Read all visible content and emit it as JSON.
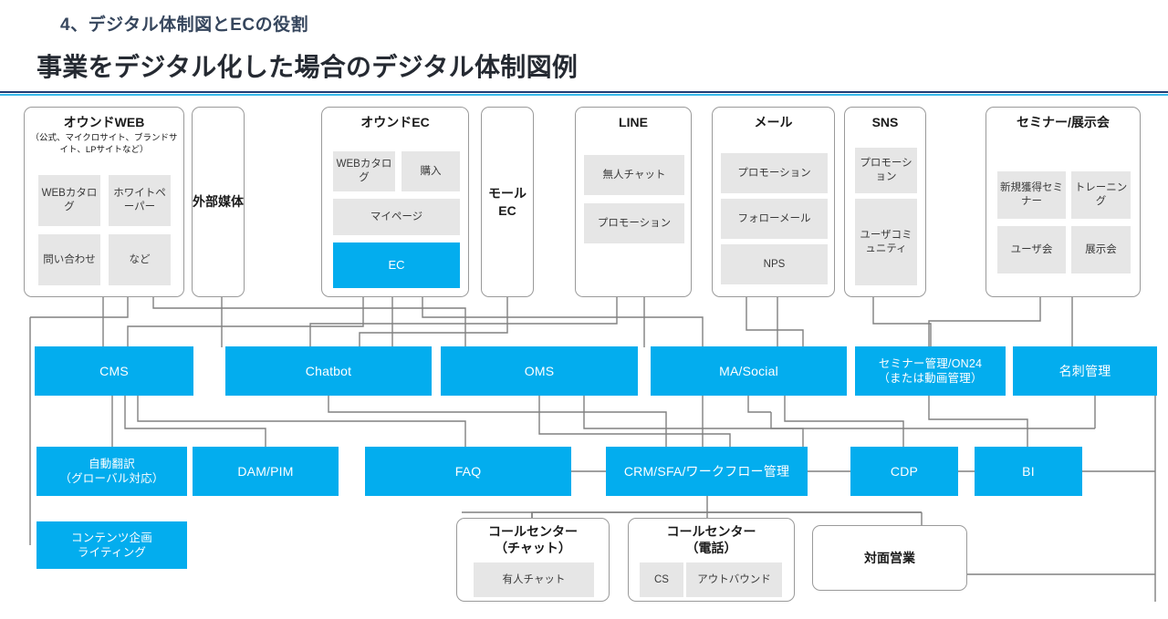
{
  "header": {
    "kicker": "4、デジタル体制図とECの役割",
    "headline": "事業をデジタル化した場合のデジタル体制図例",
    "rule_dark_color": "#1f3b73",
    "rule_light_color": "#38b8ea"
  },
  "palette": {
    "accent_blue": "#03adee",
    "chip_gray": "#e6e6e6",
    "card_border": "#9a9a9a",
    "wire": "#808080"
  },
  "channels": [
    {
      "id": "owned-web",
      "title": "オウンドWEB",
      "subtitle": "（公式、マイクロサイト、ブランドサイト、LPサイトなど）",
      "chips": [
        {
          "label": "WEBカタログ",
          "style": "gray"
        },
        {
          "label": "ホワイトペーパー",
          "style": "gray"
        },
        {
          "label": "問い合わせ",
          "style": "gray"
        },
        {
          "label": "など",
          "style": "gray"
        }
      ]
    },
    {
      "id": "external-media",
      "title": "外部媒体",
      "subtitle": "",
      "chips": []
    },
    {
      "id": "owned-ec",
      "title": "オウンドEC",
      "subtitle": "",
      "chips": [
        {
          "label": "WEBカタログ",
          "style": "gray"
        },
        {
          "label": "購入",
          "style": "gray"
        },
        {
          "label": "マイページ",
          "style": "gray"
        },
        {
          "label": "EC",
          "style": "blue"
        }
      ]
    },
    {
      "id": "mall-ec",
      "title": "モールEC",
      "subtitle": "",
      "chips": []
    },
    {
      "id": "line",
      "title": "LINE",
      "subtitle": "",
      "chips": [
        {
          "label": "無人チャット",
          "style": "gray"
        },
        {
          "label": "プロモーション",
          "style": "gray"
        }
      ]
    },
    {
      "id": "mail",
      "title": "メール",
      "subtitle": "",
      "chips": [
        {
          "label": "プロモーション",
          "style": "gray"
        },
        {
          "label": "フォローメール",
          "style": "gray"
        },
        {
          "label": "NPS",
          "style": "gray"
        }
      ]
    },
    {
      "id": "sns",
      "title": "SNS",
      "subtitle": "",
      "chips": [
        {
          "label": "プロモーション",
          "style": "gray"
        },
        {
          "label": "ユーザコミュニティ",
          "style": "gray"
        }
      ]
    },
    {
      "id": "seminar",
      "title": "セミナー/展示会",
      "subtitle": "",
      "chips": [
        {
          "label": "新規獲得セミナー",
          "style": "gray"
        },
        {
          "label": "トレーニング",
          "style": "gray"
        },
        {
          "label": "ユーザ会",
          "style": "gray"
        },
        {
          "label": "展示会",
          "style": "gray"
        }
      ]
    }
  ],
  "systems_row1": [
    {
      "id": "cms",
      "label": "CMS"
    },
    {
      "id": "chatbot",
      "label": "Chatbot"
    },
    {
      "id": "oms",
      "label": "OMS"
    },
    {
      "id": "ma-social",
      "label": "MA/Social"
    },
    {
      "id": "seminar-mgmt",
      "label": "セミナー管理/ON24\n（または動画管理）"
    },
    {
      "id": "card-mgmt",
      "label": "名刺管理"
    }
  ],
  "systems_row2": [
    {
      "id": "auto-translate",
      "label": "自動翻訳\n（グローバル対応）"
    },
    {
      "id": "dam-pim",
      "label": "DAM/PIM"
    },
    {
      "id": "faq",
      "label": "FAQ"
    },
    {
      "id": "crm-sfa",
      "label": "CRM/SFA/ワークフロー管理"
    },
    {
      "id": "cdp",
      "label": "CDP"
    },
    {
      "id": "bi",
      "label": "BI"
    }
  ],
  "systems_row3": [
    {
      "id": "content-planning",
      "label": "コンテンツ企画\nライティング"
    }
  ],
  "operations": [
    {
      "id": "callcenter-chat",
      "title": "コールセンター\n（チャット）",
      "chips": [
        {
          "label": "有人チャット",
          "style": "gray"
        }
      ]
    },
    {
      "id": "callcenter-phone",
      "title": "コールセンター\n（電話）",
      "chips": [
        {
          "label": "CS",
          "style": "gray"
        },
        {
          "label": "アウトバウンド",
          "style": "gray"
        }
      ]
    },
    {
      "id": "field-sales",
      "title": "対面営業",
      "chips": []
    }
  ]
}
